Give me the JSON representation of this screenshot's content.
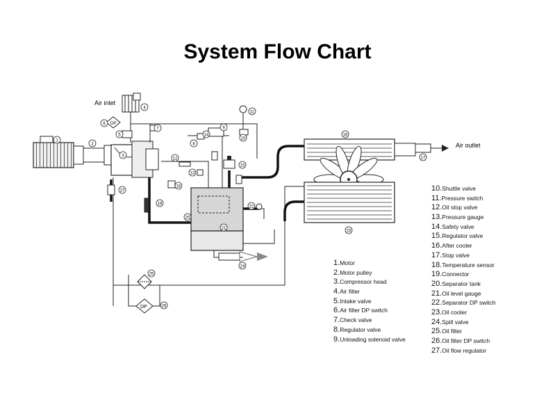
{
  "title": "System Flow Chart",
  "labels": {
    "air_inlet": "Air inlet",
    "air_outlet": "Air outlet",
    "dp": "DP"
  },
  "legend_left": [
    {
      "num": "1.",
      "label": "Motor"
    },
    {
      "num": "2.",
      "label": "Motor pulley"
    },
    {
      "num": "3.",
      "label": "Compressor head"
    },
    {
      "num": "4.",
      "label": "Air filter"
    },
    {
      "num": "5.",
      "label": "Intake valve"
    },
    {
      "num": "6.",
      "label": "Air filter DP switch"
    },
    {
      "num": "7.",
      "label": "Check valve"
    },
    {
      "num": "8.",
      "label": "Regulator valve"
    },
    {
      "num": "9.",
      "label": "Unloading solenoid valve"
    }
  ],
  "legend_right": [
    {
      "num": "10.",
      "label": "Shuttle valve"
    },
    {
      "num": "11.",
      "label": "Pressure switch"
    },
    {
      "num": "12.",
      "label": "Oil stop valve"
    },
    {
      "num": "13.",
      "label": "Pressure gauge"
    },
    {
      "num": "14.",
      "label": "Safety valve"
    },
    {
      "num": "15.",
      "label": "Regulator valve"
    },
    {
      "num": "16.",
      "label": "After cooler"
    },
    {
      "num": "17.",
      "label": "Stop valve"
    },
    {
      "num": "18.",
      "label": "Temperature sensor"
    },
    {
      "num": "19.",
      "label": "Connector"
    },
    {
      "num": "20.",
      "label": "Separator tank"
    },
    {
      "num": "21.",
      "label": "Oil level gauge"
    },
    {
      "num": "22.",
      "label": "Separator DP switch"
    },
    {
      "num": "23.",
      "label": "Oil cooler"
    },
    {
      "num": "24.",
      "label": "Spill valve"
    },
    {
      "num": "25.",
      "label": "Oil filter"
    },
    {
      "num": "26.",
      "label": "Oil filter DP switch"
    },
    {
      "num": "27.",
      "label": "Oil flow regulator"
    }
  ],
  "callouts": [
    "1",
    "2",
    "3",
    "4",
    "5",
    "6",
    "7",
    "8",
    "9",
    "10",
    "11",
    "12",
    "13",
    "14",
    "15",
    "16",
    "17",
    "18",
    "19",
    "20",
    "21",
    "22",
    "23",
    "24",
    "25",
    "26",
    "27"
  ],
  "colors": {
    "line": "#222222",
    "pipe": "#111111",
    "tank_top": "#d6d6d6",
    "tank_bottom": "#e6e6e6",
    "arrow": "#888888"
  }
}
